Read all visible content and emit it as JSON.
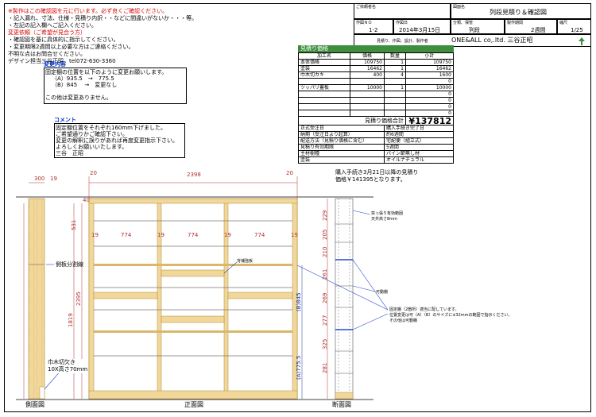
{
  "notice": {
    "lines": [
      "※製作はこの確認図を元に行います。必ず良くご確認ください。",
      "・記入漏れ、寸法、仕様・見積り内訳・・などに間違いがないか・・・等。",
      "・左記の記入欄へご記入ください。",
      "変更依頼（ご希望が見合う方）",
      "・確認図を基に具体的に指示してください。",
      "・変更期限2週間以上必要な方はご連絡ください。",
      "不明な点はお問合せください。",
      "デザイン担当三谷正昭　tel072-630-3360"
    ]
  },
  "change": {
    "title": "変更内容",
    "lines": [
      "固定棚の位置を以下のように変更お願いします。",
      "（A）935.5　→　775.5",
      "（B）845　 →　変更なし",
      "",
      "この他は変更ありません。"
    ]
  },
  "comment": {
    "title": "コメント",
    "lines": [
      "固定棚位置をそれぞれ160mm下げました。",
      "ご希望通りかご確認下さい。",
      "変更の解釈に誤りがあれば再度変更指示下さい。",
      "よろしくお願いいたします。",
      "三谷　正昭"
    ]
  },
  "titleblock": {
    "customer_label": "ご依頼者名",
    "drawing_label": "図面名",
    "drawing_name": "列段見積り＆確認図",
    "no_label": "作図ＮＯ",
    "no_value": "1-2",
    "date_label": "作図日",
    "date_value": "2014年3月15日",
    "category_label": "分類、保管",
    "category_value": "列段",
    "period_label": "製作期間",
    "period_value": "2週間",
    "scale_label": "縮尺",
    "scale_value": "1/25",
    "sub_caption": "見積り、作図、設計、製作者",
    "company": "ONE&ALL co,.ltd. 三谷正昭"
  },
  "price": {
    "header": "見積り価格",
    "columns": [
      "加工名",
      "価格",
      "数量",
      "小計"
    ],
    "rows": [
      [
        "本体価格",
        "109750",
        "1",
        "109750"
      ],
      [
        "塗装",
        "16462",
        "1",
        "16462"
      ],
      [
        "巾木切カキ",
        "400",
        "4",
        "1600"
      ],
      [
        "",
        "",
        "",
        "0"
      ],
      [
        "ツッパリ蓋板",
        "10000",
        "1",
        "10000"
      ],
      [
        "",
        "",
        "",
        "0"
      ],
      [
        "",
        "",
        "",
        "0"
      ],
      [
        "",
        "",
        "",
        "0"
      ],
      [
        "",
        "",
        "",
        "0"
      ]
    ],
    "total_label": "見積り価格合計",
    "total_value": "¥137812",
    "info": [
      [
        "正式受注日",
        "購入手続き完了日"
      ],
      [
        "納期（受注日より起算）",
        "約6週間"
      ],
      [
        "配送方法（見積り価格に含む）",
        "宅配便（組立式）"
      ],
      [
        "見積り有効期限",
        "5週間"
      ],
      [
        "主材樹種",
        "パイン節無し材"
      ],
      [
        "塗装",
        "オイルナチュラル"
      ]
    ]
  },
  "note_right": {
    "lines": [
      "購入手続き3月21日以降の見積り",
      "価格￥141395となります。"
    ]
  },
  "captions": {
    "side": "側面図",
    "front": "正面図",
    "section": "断面図"
  },
  "callouts": {
    "side_split": "側板分割線",
    "baseboard": "巾木切欠き\n10X高さ70mm",
    "reinforce": "背補強板",
    "tension_1": "突っ張り有効範囲",
    "tension_2": "天井高さ8mm",
    "movable": "可動棚",
    "fixed_1": "固定棚（2箇所）適当に配しています。",
    "fixed_2": "位置変更は可（A）（B）のサイズに±32mmの範囲で指示ください。",
    "fixed_3": "その他は可動棚"
  },
  "dims": {
    "top_300": "300",
    "top_19a": "19",
    "top_20a": "20",
    "top_2398": "2398",
    "top_20b": "20",
    "h_531": "531",
    "h_2395": "2395",
    "h_1819": "1819",
    "w_774a": "774",
    "w_774b": "774",
    "w_774c": "774",
    "w_19a": "19",
    "w_19b": "19",
    "w_19c": "19",
    "w_19d": "19",
    "s_40": "40",
    "B": "(B)845",
    "A": "(A)775.5",
    "sec": [
      "229",
      "205",
      "210",
      "261",
      "269",
      "277",
      "325",
      "281"
    ]
  },
  "colors": {
    "wood": "#f1d79a",
    "wood_dark": "#d9b86a",
    "green": "#3e8e3e",
    "dim_red": "#b03030",
    "dim_blue": "#1a3aa0",
    "leader_blue": "#2a4acc"
  }
}
